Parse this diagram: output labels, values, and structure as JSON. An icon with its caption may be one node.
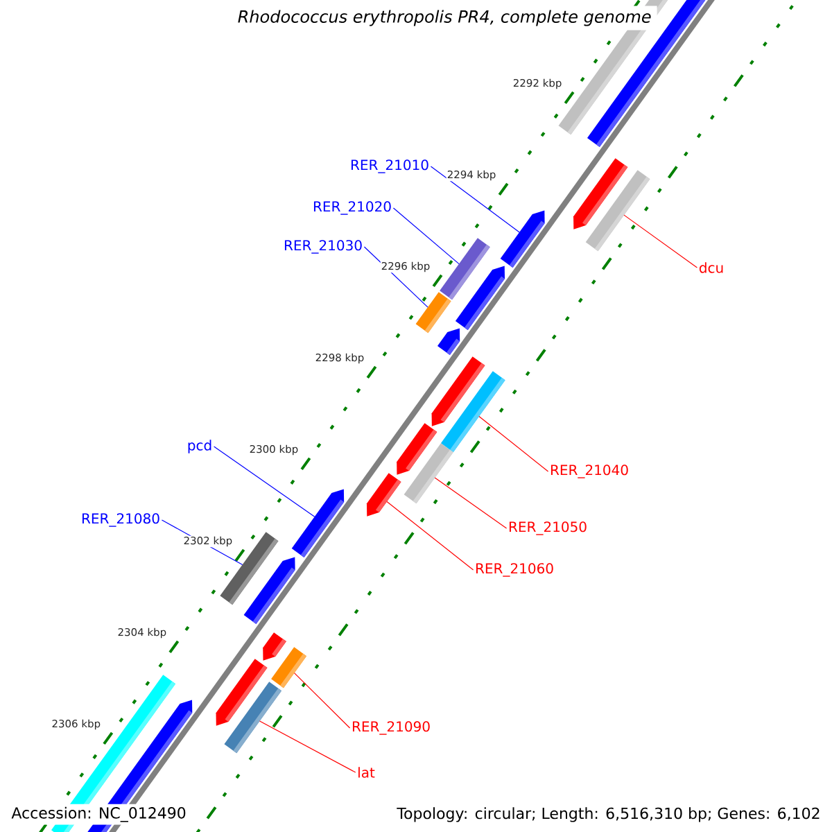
{
  "diagram": {
    "title": "Rhodococcus erythropolis PR4, complete genome",
    "nodes": [
      {
        "text": [
          "RER_21010"
        ]
      },
      {
        "text": [
          "RER_21020"
        ]
      },
      {
        "text": [
          "RER_21030"
        ]
      },
      {
        "text": [
          "dcu"
        ]
      },
      {
        "text": [
          "pcd"
        ]
      },
      {
        "text": [
          "RER_21040"
        ]
      },
      {
        "text": [
          "RER_21080"
        ]
      },
      {
        "text": [
          "RER_21050"
        ]
      },
      {
        "text": [
          "RER_21060"
        ]
      },
      {
        "text": [
          "RER_21090"
        ]
      },
      {
        "text": [
          "lat"
        ]
      },
      {
        "text": [],
        "shape": "bar"
      },
      {
        "text": [],
        "shape": "arrow"
      },
      {
        "text": [],
        "shape": "bar"
      },
      {
        "text": [],
        "shape": "bar"
      },
      {
        "text": [],
        "shape": "bar"
      },
      {
        "text": [],
        "shape": "bar"
      },
      {
        "text": [],
        "shape": "arrow"
      },
      {
        "text": [],
        "shape": "arrow"
      },
      {
        "text": [],
        "shape": "bar"
      },
      {
        "text": [],
        "shape": "bar"
      },
      {
        "text": [],
        "shape": "bar"
      }
    ],
    "edges": [
      {
        "from": 0,
        "to": 12,
        "arrow": "none",
        "color": "#0000ff"
      },
      {
        "from": 1,
        "to": 13,
        "arrow": "none",
        "color": "#0000ff"
      },
      {
        "from": 2,
        "to": 14,
        "arrow": "none",
        "color": "#0000ff"
      },
      {
        "from": 3,
        "to": 11,
        "arrow": "none"
      },
      {
        "from": 4,
        "to": 18,
        "arrow": "none",
        "color": "#0000ff"
      },
      {
        "from": 5,
        "to": 15,
        "arrow": "none"
      },
      {
        "from": 6,
        "to": 19,
        "arrow": "none",
        "color": "#0000ff"
      },
      {
        "from": 7,
        "to": 16,
        "arrow": "none"
      },
      {
        "from": 8,
        "to": 17,
        "arrow": "none"
      },
      {
        "from": 9,
        "to": 20,
        "arrow": "none"
      },
      {
        "from": 10,
        "to": 21,
        "arrow": "none"
      }
    ],
    "labels": [
      "2292 kbp",
      "2294 kbp",
      "2296 kbp",
      "2298 kbp",
      "2300 kbp",
      "2302 kbp",
      "2304 kbp",
      "2306 kbp",
      "Accession: NC_012490",
      "Topology: circular; Length: 6,516,310 bp; Genes: 6,102"
    ]
  }
}
